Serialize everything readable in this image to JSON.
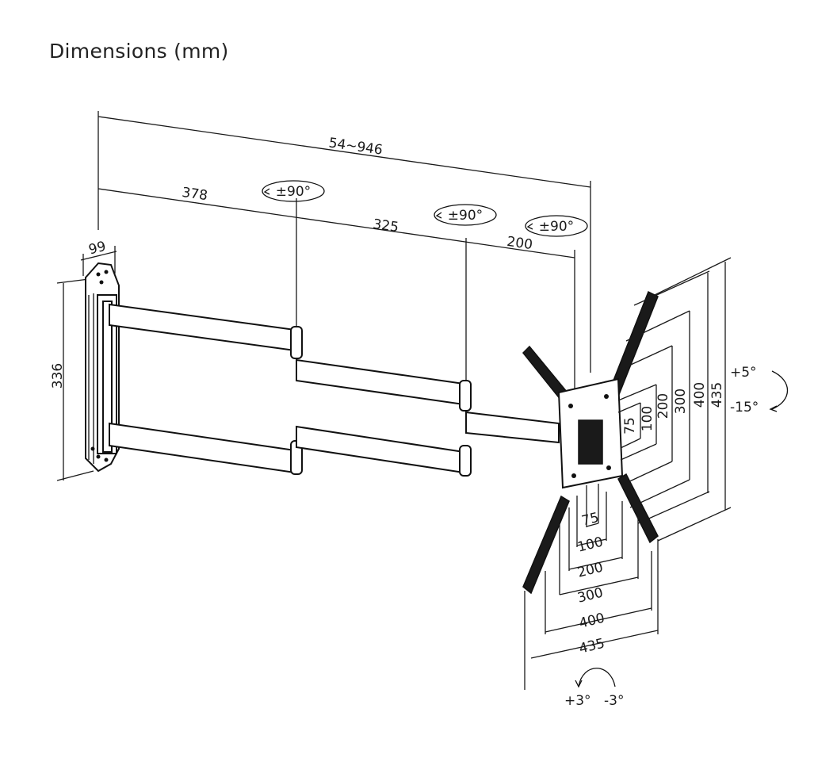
{
  "title": "Dimensions (mm)",
  "arm": {
    "total_reach": "54~946",
    "seg1": "378",
    "seg2": "325",
    "seg3": "200",
    "wall_depth": "99",
    "wall_height": "336"
  },
  "swivels": [
    "±90°",
    "±90°",
    "±90°"
  ],
  "vesa_vertical": [
    "75",
    "100",
    "200",
    "300",
    "400",
    "435"
  ],
  "vesa_horizontal": [
    "75",
    "100",
    "200",
    "300",
    "400",
    "435"
  ],
  "tilt": {
    "up": "+5°",
    "down": "-15°"
  },
  "rotation": {
    "left": "+3°",
    "right": "-3°"
  }
}
